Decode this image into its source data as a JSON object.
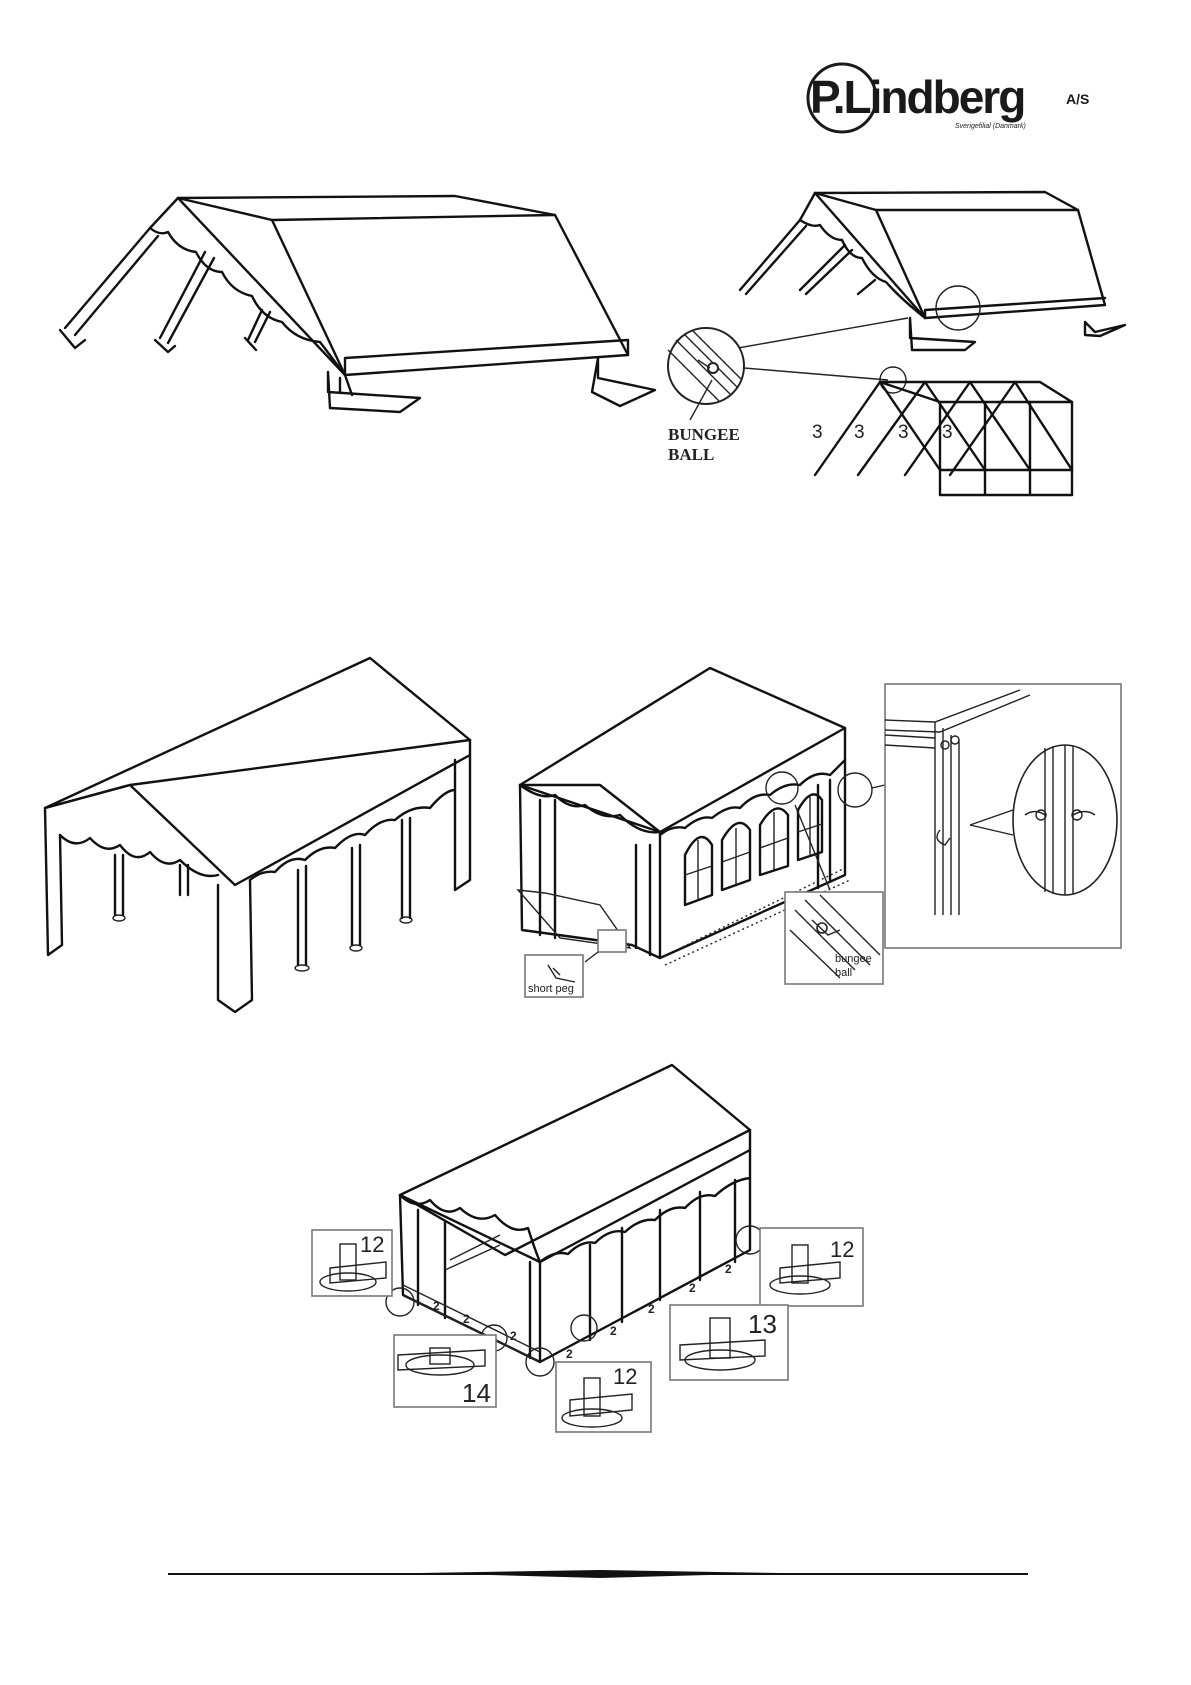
{
  "logo": {
    "brand": "P.Lindberg",
    "suffix": "A/S",
    "tagline": "Sverigefilial (Danmark)"
  },
  "figure1": {
    "callout_label_line1": "BUNGEE",
    "callout_label_line2": "BALL",
    "part_numbers": [
      "3",
      "3",
      "3",
      "3"
    ]
  },
  "figure2": {
    "short_peg_label": "short peg",
    "bungee_label_line1": "bungee",
    "bungee_label_line2": "ball"
  },
  "figure3": {
    "parts": [
      "12",
      "12",
      "12",
      "13",
      "14"
    ],
    "side_numbers": [
      "2",
      "2",
      "2",
      "2",
      "2",
      "2",
      "2",
      "2"
    ]
  },
  "colors": {
    "ink": "#111111",
    "box": "#777777",
    "logo_dark": "#1a1a1a"
  }
}
